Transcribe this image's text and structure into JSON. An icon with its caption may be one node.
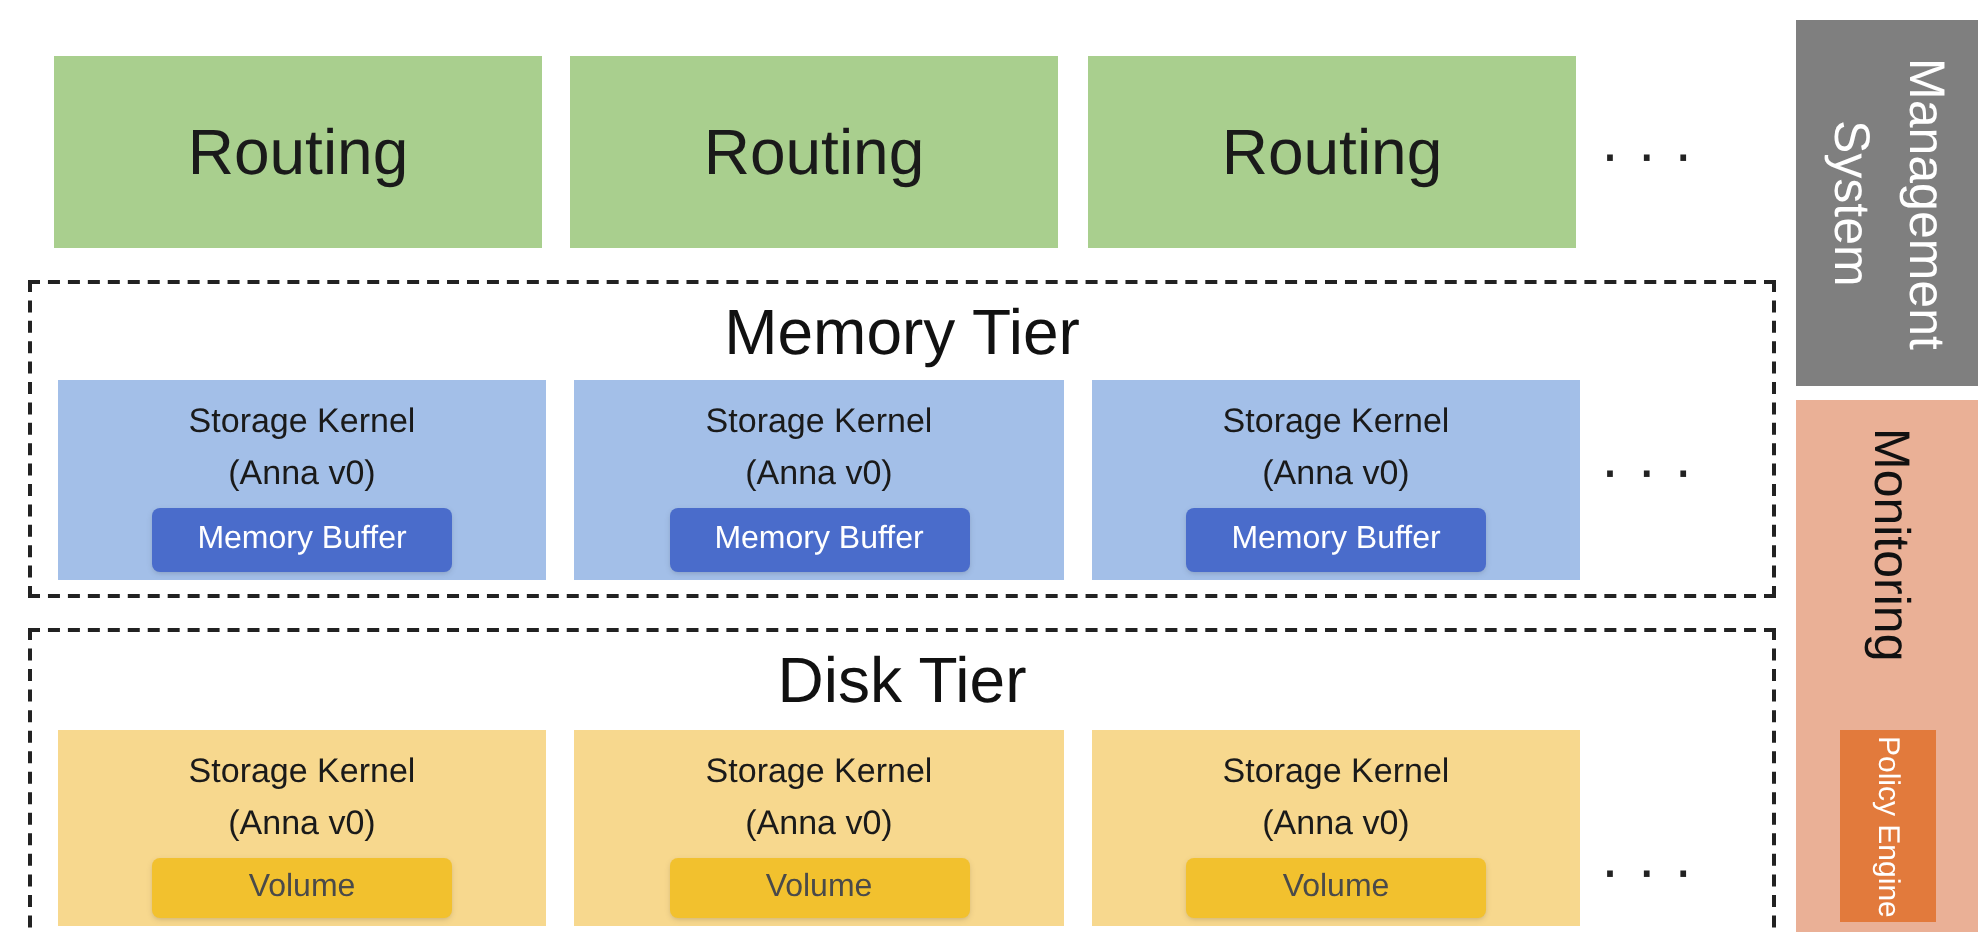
{
  "diagram": {
    "nodes": [
      {
        "text": [
          "Routing"
        ]
      },
      {
        "text": [
          "Routing"
        ]
      },
      {
        "text": [
          "Routing"
        ]
      },
      {
        "text": [
          "Memory Tier"
        ]
      },
      {
        "text": [
          "Storage Kernel (Anna v0)"
        ],
        "in": 3
      },
      {
        "text": [
          "Memory Buffer"
        ],
        "in": 4
      },
      {
        "text": [
          "Storage Kernel (Anna v0)"
        ],
        "in": 3
      },
      {
        "text": [
          "Memory Buffer"
        ],
        "in": 6
      },
      {
        "text": [
          "Storage Kernel (Anna v0)"
        ],
        "in": 3
      },
      {
        "text": [
          "Memory Buffer"
        ],
        "in": 8
      },
      {
        "text": [
          "Disk Tier"
        ]
      },
      {
        "text": [
          "Storage Kernel (Anna v0)"
        ],
        "in": 10
      },
      {
        "text": [
          "Volume"
        ],
        "in": 11
      },
      {
        "text": [
          "Storage Kernel (Anna v0)"
        ],
        "in": 10
      },
      {
        "text": [
          "Volume"
        ],
        "in": 13
      },
      {
        "text": [
          "Storage Kernel (Anna v0)"
        ],
        "in": 10
      },
      {
        "text": [
          "Volume"
        ],
        "in": 15
      },
      {
        "text": [
          "Management System"
        ]
      },
      {
        "text": [
          "Monitoring"
        ]
      },
      {
        "text": [
          "Policy Engine"
        ],
        "in": 18
      }
    ],
    "edges": [],
    "labels": [
      "· · ·",
      "· · ·",
      "· · ·"
    ]
  }
}
